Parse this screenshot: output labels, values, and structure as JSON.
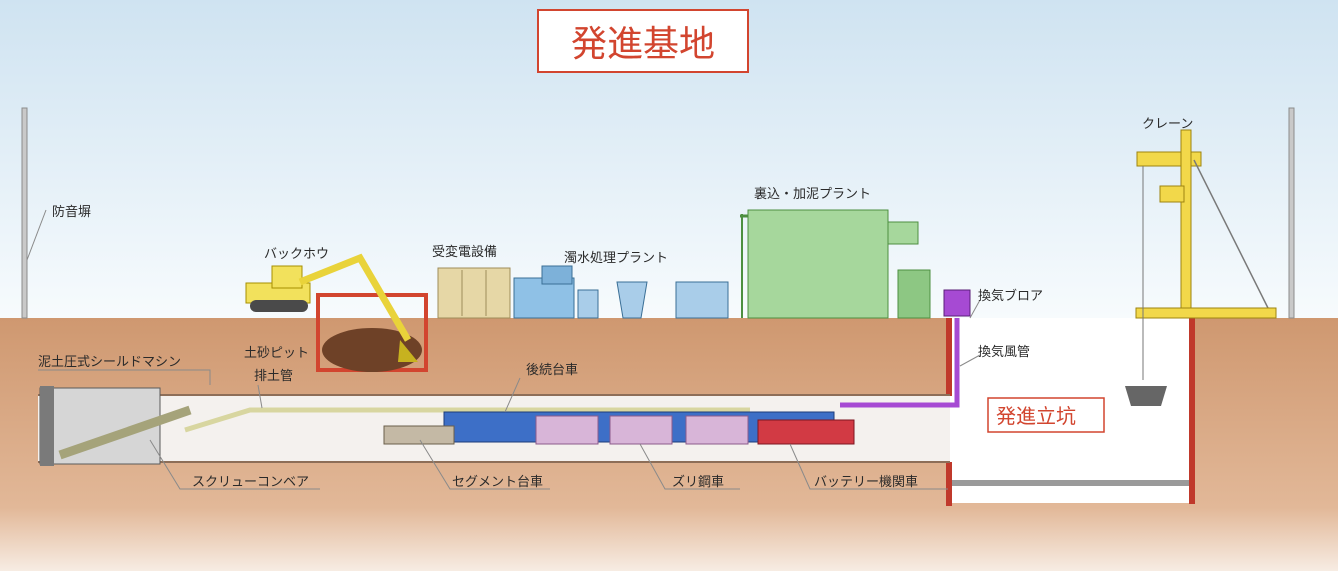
{
  "title": "発進基地",
  "labels": {
    "soundproof_wall": "防音塀",
    "backhoe": "バックホウ",
    "substation": "受変電設備",
    "water_treatment": "濁水処理プラント",
    "grout_plant": "裏込・加泥プラント",
    "crane": "クレーン",
    "ventilation_blower": "換気ブロア",
    "ventilation_duct": "換気風管",
    "soil_pit": "土砂ピット",
    "shield_machine": "泥土圧式シールドマシン",
    "discharge_pipe": "排土管",
    "trailing_cars": "後続台車",
    "launch_shaft": "発進立坑",
    "screw_conveyor": "スクリューコンベア",
    "segment_car": "セグメント台車",
    "muck_car": "ズリ鋼車",
    "battery_locomotive": "バッテリー機関車"
  }
}
